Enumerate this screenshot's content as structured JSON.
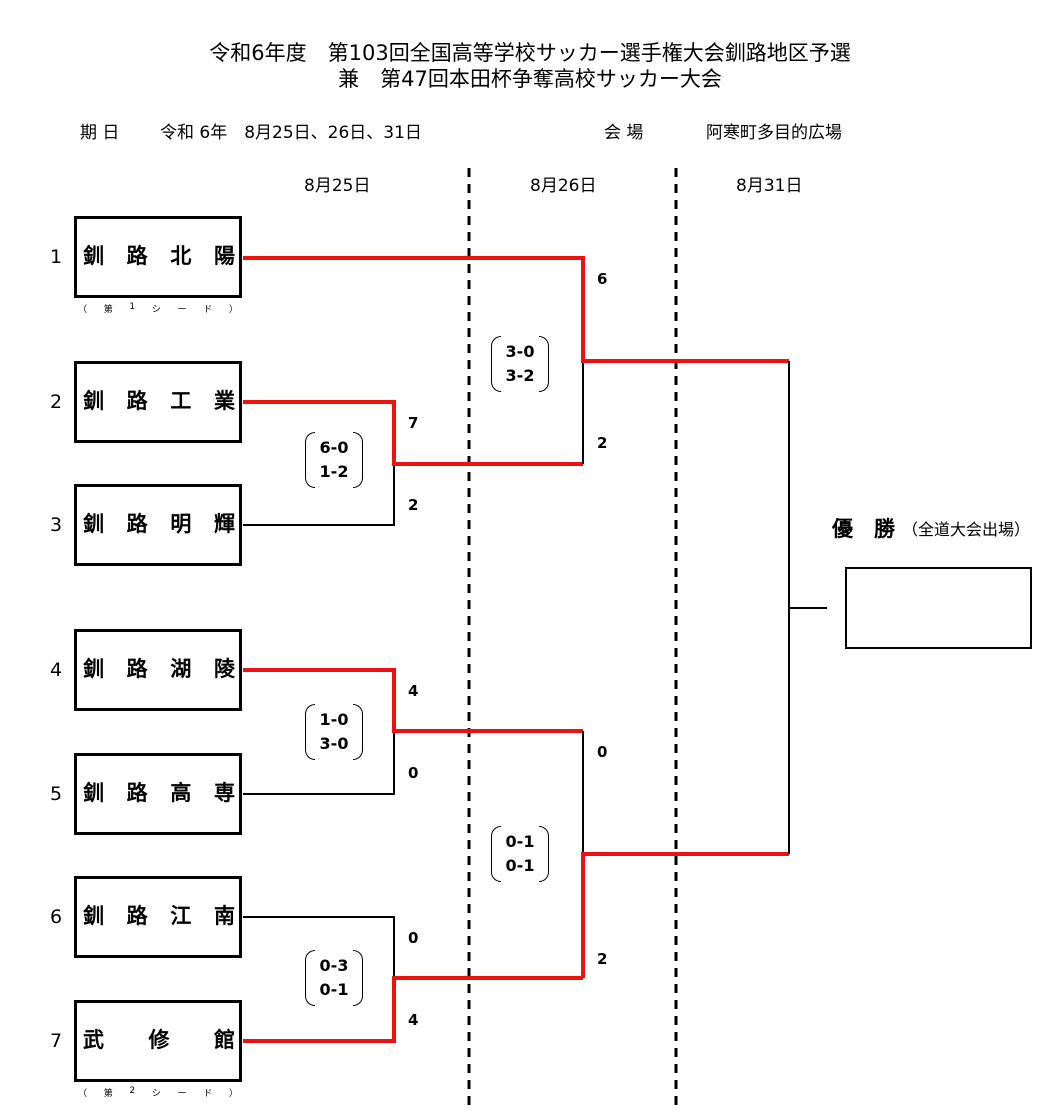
{
  "title": {
    "line1": "令和6年度　第103回全国高等学校サッカー選手権大会釧路地区予選",
    "line2": "兼　第47回本田杯争奪高校サッカー大会"
  },
  "info": {
    "date_label": "期 日",
    "date_value": "令和 6年　8月25日、26日、31日",
    "venue_label": "会 場",
    "venue_value": "阿寒町多目的広場"
  },
  "rounds": [
    "8月25日",
    "8月26日",
    "8月31日"
  ],
  "teams": [
    {
      "seed": "1",
      "chars": [
        "釧",
        "路",
        "北",
        "陽"
      ],
      "note": [
        "（",
        "第",
        "1",
        "シ",
        "ー",
        "ド",
        "）"
      ]
    },
    {
      "seed": "2",
      "chars": [
        "釧",
        "路",
        "工",
        "業"
      ]
    },
    {
      "seed": "3",
      "chars": [
        "釧",
        "路",
        "明",
        "輝"
      ]
    },
    {
      "seed": "4",
      "chars": [
        "釧",
        "路",
        "湖",
        "陵"
      ]
    },
    {
      "seed": "5",
      "chars": [
        "釧",
        "路",
        "高",
        "専"
      ]
    },
    {
      "seed": "6",
      "chars": [
        "釧",
        "路",
        "江",
        "南"
      ]
    },
    {
      "seed": "7",
      "chars": [
        "武",
        "修",
        "館"
      ],
      "note": [
        "（",
        "第",
        "2",
        "シ",
        "ー",
        "ド",
        "）"
      ]
    }
  ],
  "round1": [
    {
      "top_score": "7",
      "bottom_score": "2",
      "half1": "6-0",
      "half2": "1-2"
    },
    {
      "top_score": "4",
      "bottom_score": "0",
      "half1": "1-0",
      "half2": "3-0"
    },
    {
      "top_score": "0",
      "bottom_score": "4",
      "half1": "0-3",
      "half2": "0-1"
    }
  ],
  "round2": [
    {
      "top_score": "6",
      "bottom_score": "2",
      "half1": "3-0",
      "half2": "3-2"
    },
    {
      "top_score": "0",
      "bottom_score": "2",
      "half1": "0-1",
      "half2": "0-1"
    }
  ],
  "champion": {
    "label": "優　勝",
    "note": "（全道大会出場）",
    "name": ""
  },
  "colors": {
    "winner_line": "#ee1111",
    "line": "#000000"
  }
}
